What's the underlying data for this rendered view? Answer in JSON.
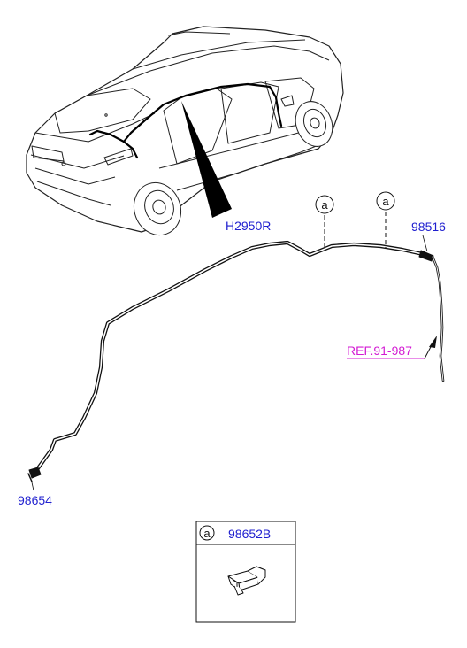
{
  "diagram": {
    "callouts": {
      "assembly": "H2950R",
      "right_end": "98516",
      "left_end": "98654",
      "reference": "REF.91-987",
      "clip_marker": "a"
    },
    "legend": {
      "marker": "a",
      "part_number": "98652B"
    },
    "colors": {
      "part_label": "#1f1fcf",
      "reference_label": "#d31bd3",
      "line": "#111111"
    }
  }
}
